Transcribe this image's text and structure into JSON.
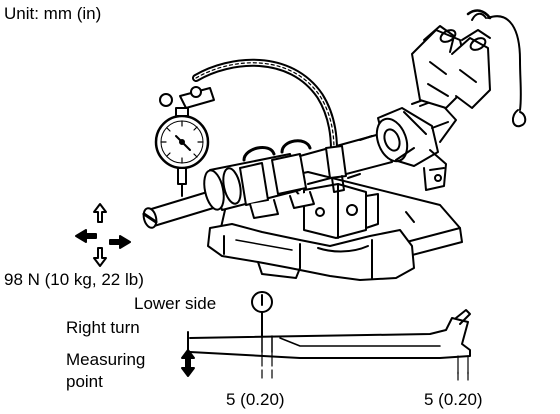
{
  "unit_label": "Unit:  mm (in)",
  "load_label": "98 N (10 kg, 22 lb)",
  "lower_side_label": "Lower side",
  "right_turn_label": "Right turn",
  "measuring_label_1": "Measuring",
  "measuring_label_2": "point",
  "clearance_left": "5 (0.20)",
  "clearance_right": "5 (0.20)",
  "colors": {
    "ink": "#000000",
    "paper": "#ffffff"
  },
  "icons": [
    "dial-gauge-icon",
    "up-arrow-icon",
    "down-arrow-icon",
    "left-arrow-icon",
    "right-arrow-icon",
    "double-arrow-icon"
  ]
}
